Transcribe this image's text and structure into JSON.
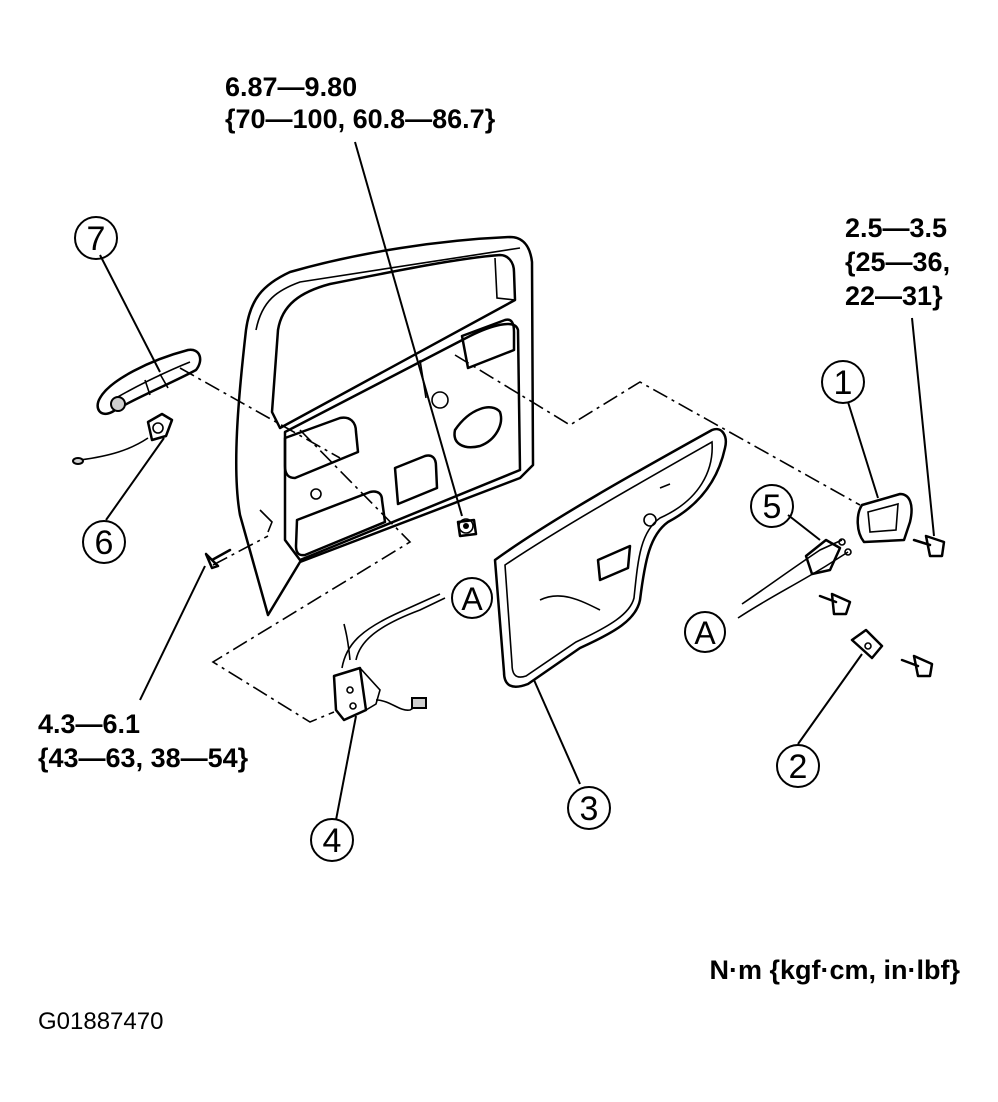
{
  "torque_specs": {
    "top": {
      "line1": "6.87—9.80",
      "line2": "{70—100, 60.8—86.7}"
    },
    "right": {
      "line1": "2.5—3.5",
      "line2": "{25—36,",
      "line3": "22—31}"
    },
    "left": {
      "line1": "4.3—6.1",
      "line2": "{43—63, 38—54}"
    }
  },
  "callouts": [
    "1",
    "2",
    "3",
    "4",
    "5",
    "6",
    "7"
  ],
  "connection_labels": [
    "A",
    "A"
  ],
  "units_label": "N·m {kgf·cm, in·lbf}",
  "figure_code": "G01887470"
}
